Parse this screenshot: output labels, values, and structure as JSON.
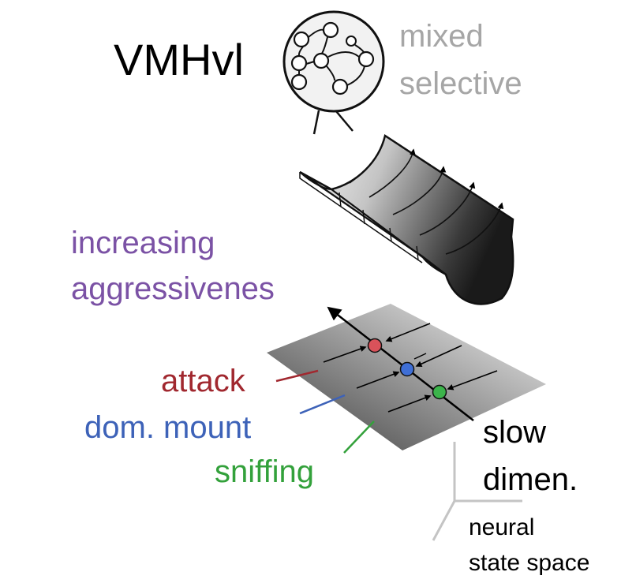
{
  "title": "VMHvl",
  "circle_caption": {
    "line1": "mixed",
    "line2": "selective"
  },
  "direction_label": {
    "line1": "increasing",
    "line2": "aggressivenes"
  },
  "states": [
    {
      "name": "attack",
      "color": "#a1282f"
    },
    {
      "name": "dom. mount",
      "color": "#3d62b8"
    },
    {
      "name": "sniffing",
      "color": "#33a13b"
    }
  ],
  "axis_caption": {
    "line1": "slow",
    "line2": "dimen."
  },
  "space_caption": {
    "line1": "neural",
    "line2": "state space"
  },
  "colors": {
    "title": "#000000",
    "caption_gray": "#a6a6a6",
    "direction_purple": "#7b52a5",
    "attack_dot": "#d9525a",
    "mount_dot": "#3f6fd6",
    "sniff_dot": "#3cb44b"
  }
}
